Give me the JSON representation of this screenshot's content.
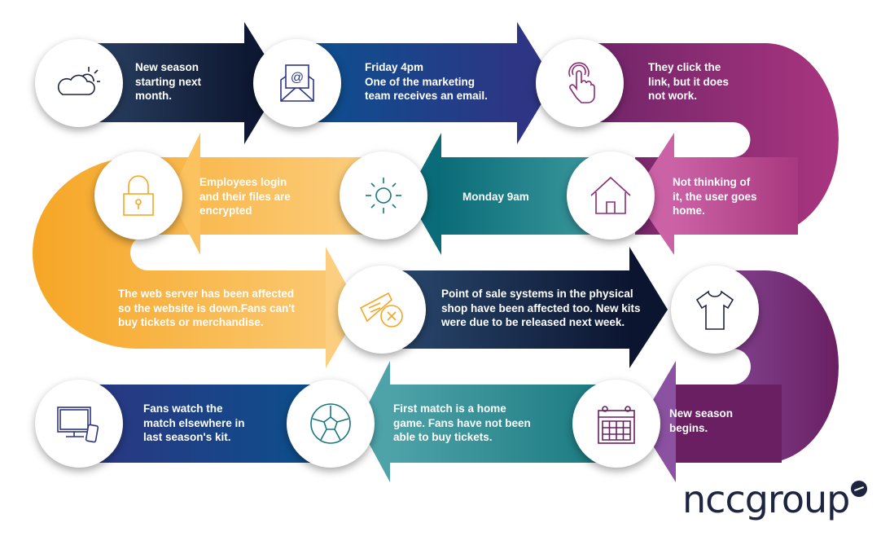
{
  "steps": [
    {
      "icon": "cloud-sun-icon",
      "lines": [
        "New season",
        "starting next",
        "month."
      ]
    },
    {
      "icon": "email-icon",
      "lines": [
        "Friday 4pm",
        "One of the marketing",
        "team receives an email."
      ]
    },
    {
      "icon": "hand-click-icon",
      "lines": [
        "They click the",
        "link, but it does",
        "not work."
      ]
    },
    {
      "icon": "house-icon",
      "lines": [
        "Not thinking of",
        "it, the user goes",
        "home."
      ]
    },
    {
      "icon": "sun-icon",
      "lines": [
        "Monday 9am"
      ]
    },
    {
      "icon": "padlock-icon",
      "lines": [
        "Employees login",
        "and their files are",
        "encrypted"
      ]
    },
    {
      "icon": "cancelled-ticket-icon",
      "lines": [
        "The web server has been affected",
        "so the website is down.Fans can't",
        "buy tickets or merchandise."
      ]
    },
    {
      "icon": "tshirt-icon",
      "lines": [
        "Point of sale systems in the physical",
        "shop have been affected too. New kits",
        "were due to be released next week."
      ]
    },
    {
      "icon": "calendar-icon",
      "lines": [
        "New season",
        "begins."
      ]
    },
    {
      "icon": "football-icon",
      "lines": [
        "First match is a home",
        "game. Fans have not been",
        "able to buy tickets."
      ]
    },
    {
      "icon": "tv-tablet-icon",
      "lines": [
        "Fans watch the",
        "match elsewhere in",
        "last season's kit."
      ]
    }
  ],
  "logo": {
    "text": "nccgroup"
  },
  "colors": {
    "navy": "#0f1a33",
    "blue": "#0b4f8c",
    "purple": "#8a2b78",
    "pink": "#c65aa0",
    "teal": "#1a7a80",
    "orange": "#f5a623"
  }
}
